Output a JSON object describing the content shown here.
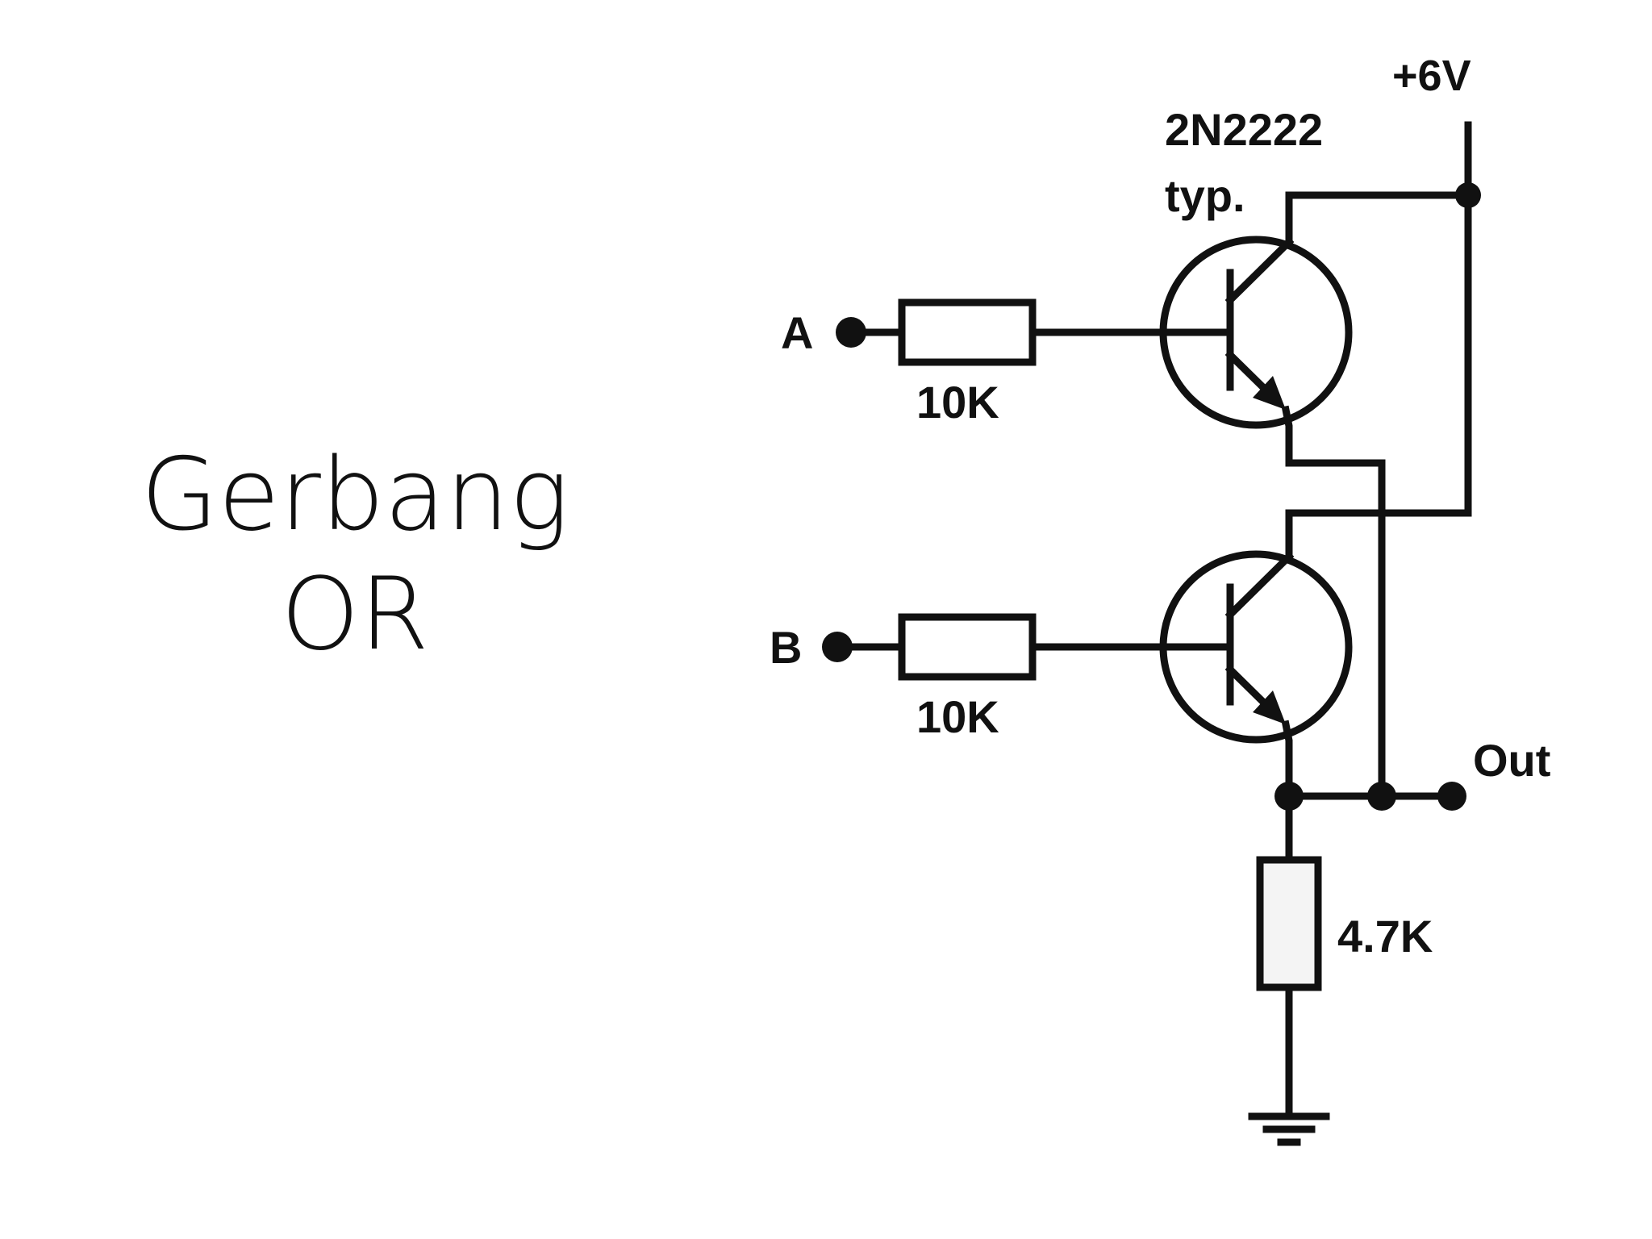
{
  "slide": {
    "title_lines": [
      "Gerbang",
      "OR"
    ]
  },
  "schematic": {
    "supply_label": "+6V",
    "transistor_label_1": "2N2222",
    "transistor_label_2": "typ.",
    "input_a_label": "A",
    "input_b_label": "B",
    "resistor_a_value": "10K",
    "resistor_b_value": "10K",
    "load_resistor_value": "4.7K",
    "output_label": "Out"
  },
  "colors": {
    "ink": "#111111",
    "background": "#ffffff"
  },
  "icons": {
    "ground": "ground-icon"
  }
}
